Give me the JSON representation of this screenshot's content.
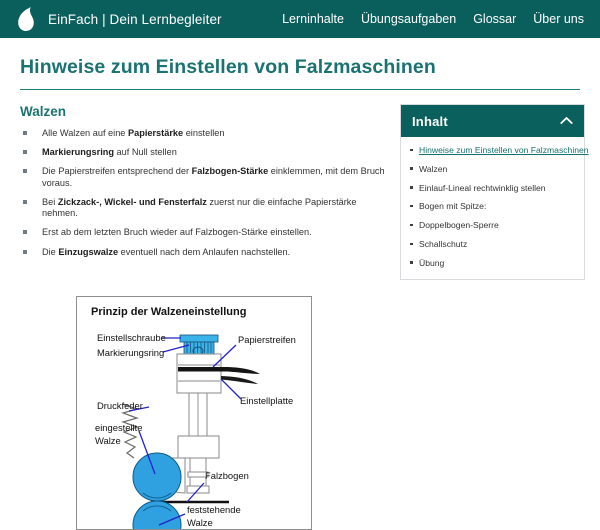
{
  "header": {
    "logo_icon": "leaf-drop-logo",
    "brand_title": "EinFach | Dein Lernbegleiter",
    "nav": [
      {
        "label": "Lerninhalte"
      },
      {
        "label": "Übungsaufgaben"
      },
      {
        "label": "Glossar"
      },
      {
        "label": "Über uns"
      }
    ]
  },
  "page": {
    "title": "Hinweise zum Einstellen von Falzmaschinen"
  },
  "main": {
    "section_heading": "Walzen",
    "bullets": [
      [
        {
          "t": "Alle Walzen auf eine ",
          "b": false
        },
        {
          "t": "Papierstärke",
          "b": true
        },
        {
          "t": " einstellen",
          "b": false
        }
      ],
      [
        {
          "t": "Markierungsring",
          "b": true
        },
        {
          "t": " auf Null stellen",
          "b": false
        }
      ],
      [
        {
          "t": "Die Papierstreifen entsprechend der ",
          "b": false
        },
        {
          "t": "Falzbogen-Stärke",
          "b": true
        },
        {
          "t": " einklemmen, mit dem Bruch voraus.",
          "b": false
        }
      ],
      [
        {
          "t": "Bei ",
          "b": false
        },
        {
          "t": "Zickzack-, Wickel- und Fensterfalz",
          "b": true
        },
        {
          "t": " zuerst nur die einfache Papierstärke nehmen.",
          "b": false
        }
      ],
      [
        {
          "t": "Erst ab dem letzten Bruch wieder auf Falzbogen-Stärke einstellen.",
          "b": false
        }
      ],
      [
        {
          "t": "Die ",
          "b": false
        },
        {
          "t": "Einzugswalze",
          "b": true
        },
        {
          "t": " eventuell nach dem Anlaufen nachstellen.",
          "b": false
        }
      ]
    ]
  },
  "toc": {
    "title": "Inhalt",
    "chevron_icon": "chevron-up-icon",
    "items": [
      {
        "label": "Hinweise zum Einstellen von Falzmaschinen",
        "link": true
      },
      {
        "label": "Walzen",
        "link": false
      },
      {
        "label": "Einlauf-Lineal rechtwinklig stellen",
        "link": false
      },
      {
        "label": "Bogen mit Spitze:",
        "link": false
      },
      {
        "label": "Doppelbogen-Sperre",
        "link": false
      },
      {
        "label": "Schallschutz",
        "link": false
      },
      {
        "label": "Übung",
        "link": false
      }
    ]
  },
  "figure": {
    "caption": "Prinzip der Walzeneinstellung",
    "labels": {
      "einstellschraube": "Einstellschraube",
      "markierungsring": "Markierungsring",
      "papierstreifen": "Papierstreifen",
      "einstellplatte": "Einstellplatte",
      "druckfeder": "Druckfeder",
      "eingestellte_walze_1": "eingestellte",
      "eingestellte_walze_2": "Walze",
      "falzbogen": "Falzbogen",
      "feststehende_walze_1": "feststehende",
      "feststehende_walze_2": "Walze"
    }
  },
  "colors": {
    "brand_teal": "#0a5f5c",
    "heading_teal": "#1a7370",
    "roller_blue": "#2fa0e0",
    "leader_blue": "#2222cc",
    "bullet_gray": "#6f7b86"
  }
}
